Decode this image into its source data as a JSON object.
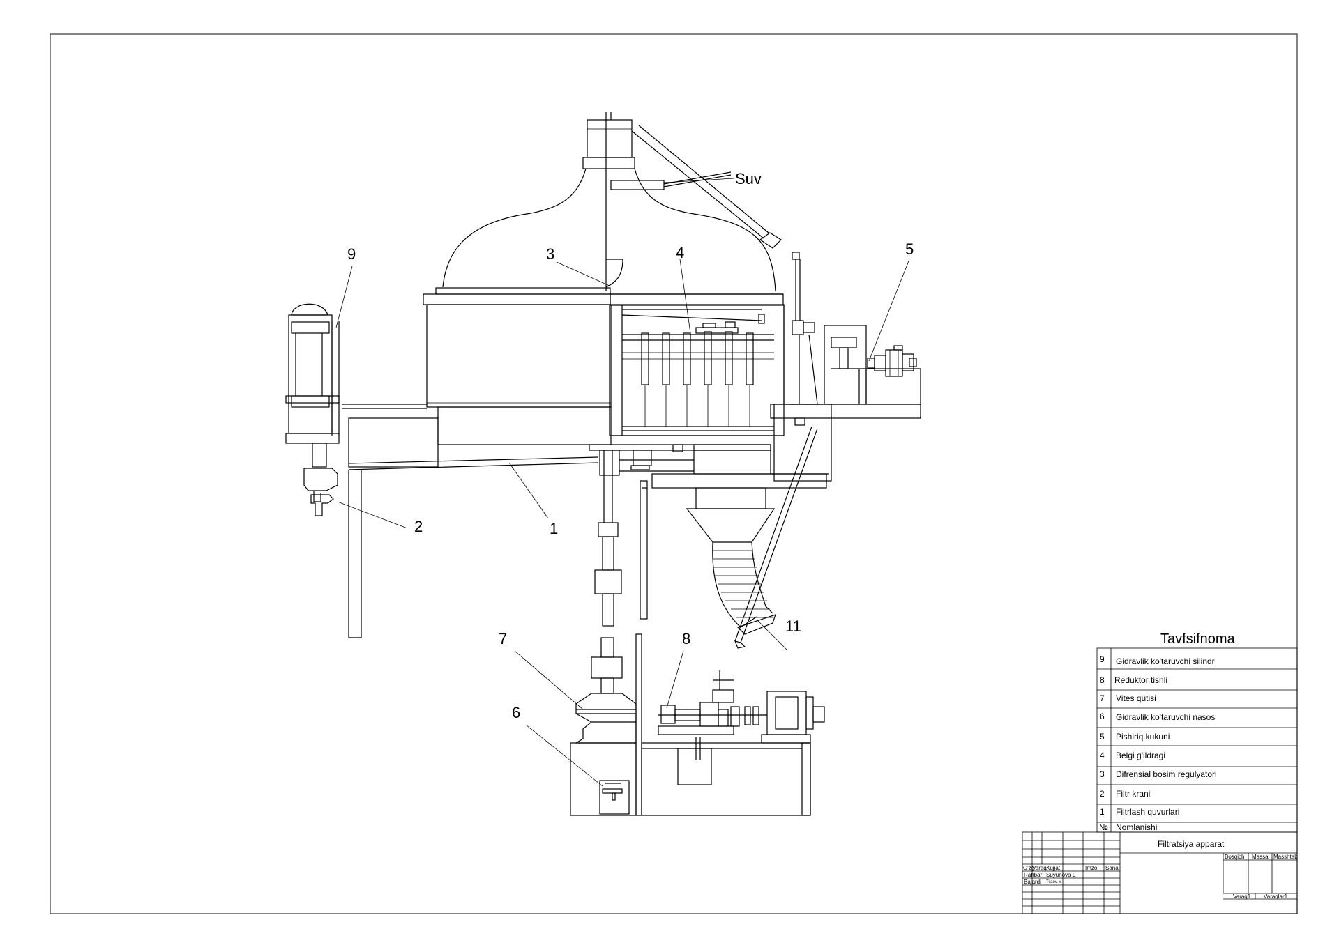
{
  "callouts": {
    "c1": "1",
    "c2": "2",
    "c3": "3",
    "c4": "4",
    "c5": "5",
    "c6": "6",
    "c7": "7",
    "c8": "8",
    "c9": "9",
    "c11": "11",
    "water": "Suv"
  },
  "spec_table": {
    "title": "Tavfsifnoma",
    "rows": [
      {
        "num": "9",
        "name": "Gidravlik ko'taruvchi silindr"
      },
      {
        "num": "8",
        "name": "Reduktor tishli"
      },
      {
        "num": "7",
        "name": "Vites qutisi"
      },
      {
        "num": "6",
        "name": "Gidravlik ko'taruvchi nasos"
      },
      {
        "num": "5",
        "name": "Pishiriq kukuni"
      },
      {
        "num": "4",
        "name": "Belgi g'ildragi"
      },
      {
        "num": "3",
        "name": "Difrensial bosim regulyatori"
      },
      {
        "num": "2",
        "name": "Filtr krani"
      },
      {
        "num": "1",
        "name": "Filtrlash quvurlari"
      }
    ],
    "header_num": "№",
    "header_name": "Nomlanishi"
  },
  "title_block": {
    "drawing_title": "Filtratsiya apparat",
    "col_izm": "O'zg",
    "col_varaq": "Varaq",
    "col_xujjat": "Xujjat",
    "col_imzo": "Imzo",
    "col_sana": "Sana",
    "row_rahbar": "Rahbar",
    "rahbar_name": "Suyunova L",
    "row_bajardi": "Bajardi",
    "bajardi_name": "Tilaev M",
    "bosqich": "Bosqich",
    "massa": "Massa",
    "masshtab": "Masshtab",
    "varaq": "Varaq1",
    "varaqlar": "Varaqlar1"
  }
}
